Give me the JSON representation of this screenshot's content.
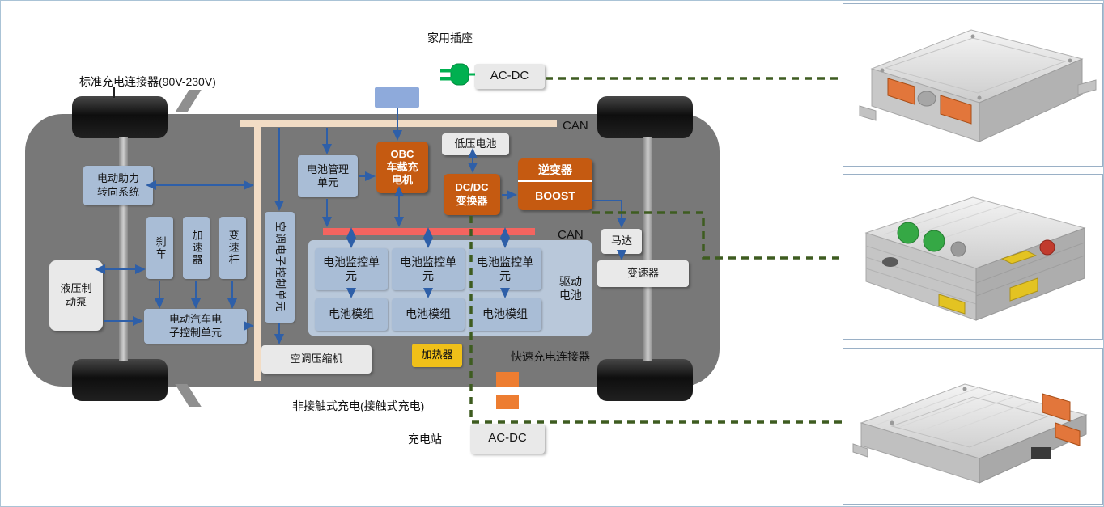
{
  "top": {
    "home_socket": "家用插座",
    "acdc": "AC-DC",
    "std_connector": "标准充电连接器(90V-230V)",
    "can": "CAN"
  },
  "modules": {
    "low_voltage_battery": "低压电池",
    "obc": "OBC\n车载充\n电机",
    "dcdc": "DC/DC\n变换器",
    "inverter": "逆变器",
    "boost": "BOOST",
    "bms": "电池管理\n单元",
    "eps": "电动助力\n转向系统",
    "brake": "刹车",
    "accelerator": "加速器",
    "gear_lever": "变速杆",
    "hydraulic_pump": "液压制\n动泵",
    "ev_ecu": "电动汽车电\n子控制单元",
    "ac_ecu": "空调电子控制单元",
    "can": "CAN",
    "battery_monitor": "电池监控单\n元",
    "battery_module": "电池模组",
    "drive_battery": "驱动\n电池",
    "motor": "马达",
    "transmission": "变速器",
    "ac_compressor": "空调压缩机",
    "heater": "加热器",
    "fast_connector": "快速充电连接器"
  },
  "bottom": {
    "contactless": "非接触式充电(接触式充电)",
    "charge_station": "充电站",
    "acdc": "AC-DC"
  },
  "colors": {
    "power_module_orange": "#c55a11",
    "control_box_blue": "#a9bdd6",
    "battery_panel_blue": "#b9c8da",
    "utility_box_gray": "#e9e9e9",
    "heater_yellow": "#f0c019",
    "plug_green": "#00b050",
    "can_bus_red": "#f4645f",
    "power_bus_cream": "#f2dcc5",
    "dashed_link_green": "#3e5c20",
    "arrow_blue": "#2e5fa8",
    "car_body_gray": "#787878",
    "fast_connector_orange": "#ed7d31"
  }
}
